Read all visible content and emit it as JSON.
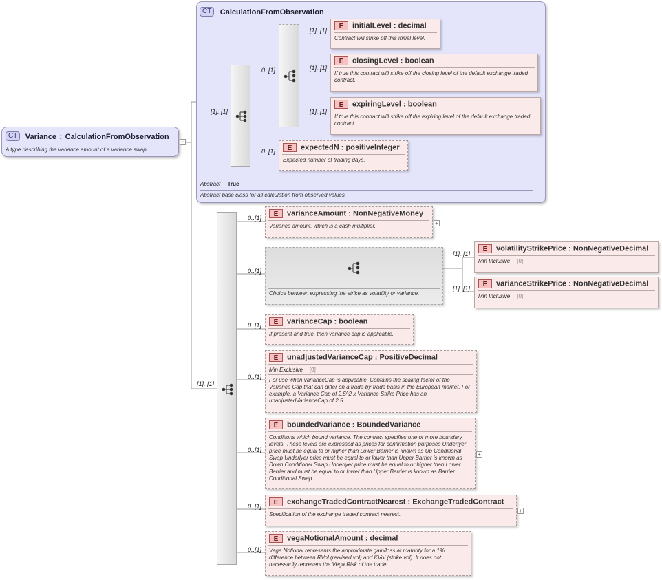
{
  "root": {
    "badge": "CT",
    "name": "Variance",
    "sep": ":",
    "type": "CalculationFromObservation",
    "description": "A type describing the variance amount of a variance swap."
  },
  "base": {
    "badge": "CT",
    "title": "CalculationFromObservation",
    "abstract_label": "Abstract",
    "abstract_value": "True",
    "description": "Abstract base class for all calculation from observed values."
  },
  "base_sequence": {
    "card": "[1]..[1]",
    "choice_card": "0..[1]",
    "expected_card": "0..[1]"
  },
  "base_elements": [
    {
      "badge": "E",
      "name": "initialLevel",
      "sep": ":",
      "type": "decimal",
      "card": "[1]..[1]",
      "description": "Contract will strike off this initial level."
    },
    {
      "badge": "E",
      "name": "closingLevel",
      "sep": ":",
      "type": "boolean",
      "card": "[1]..[1]",
      "description": "If true this contract will strike off the closing level of the default exchange traded contract."
    },
    {
      "badge": "E",
      "name": "expiringLevel",
      "sep": ":",
      "type": "boolean",
      "card": "[1]..[1]",
      "description": "If true this contract will strike off the expiring level of the default exchange traded contract."
    },
    {
      "badge": "E",
      "name": "expectedN",
      "sep": ":",
      "type": "positiveInteger",
      "card": "0..[1]",
      "description": "Expected number of trading days."
    }
  ],
  "main_sequence": {
    "card": "[1]..[1]"
  },
  "elements": [
    {
      "badge": "E",
      "name": "varianceAmount",
      "sep": ":",
      "type": "NonNegativeMoney",
      "card": "0..[1]",
      "description": "Variance amount, which is a cash multiplier."
    },
    {
      "badge": "E",
      "name": "varianceCap",
      "sep": ":",
      "type": "boolean",
      "card": "0..[1]",
      "description": "If present and true, then variance cap is applicable."
    },
    {
      "badge": "E",
      "name": "unadjustedVarianceCap",
      "sep": ":",
      "type": "PositiveDecimal",
      "card": "0..[1]",
      "facet_label": "Min Exclusive",
      "facet_value": "[0]",
      "description": "For use when varianceCap is applicable. Contains the scaling factor of the Variance Cap that can differ on a trade-by-trade basis in the European market. For example, a Variance Cap of 2.5^2 x Variance Strike Price has an unadjustedVarianceCap of 2.5."
    },
    {
      "badge": "E",
      "name": "boundedVariance",
      "sep": ":",
      "type": "BoundedVariance",
      "card": "0..[1]",
      "description": "Conditions which bound variance. The contract specifies one or more boundary levels. These levels are expressed as prices for confirmation purposes Underlyer price must be equal to or higher than Lower Barrier is known as Up Conditional Swap Underlyer price must be equal to or lower than Upper Barrier is known as Down Conditional Swap Underlyer price must be equal to or higher than Lower Barrier and must be equal to or lower than Upper Barrier is known as Barrier Conditional Swap."
    },
    {
      "badge": "E",
      "name": "exchangeTradedContractNearest",
      "sep": ":",
      "type": "ExchangeTradedContract",
      "card": "0..[1]",
      "description": "Specification of the exchange traded contract nearest."
    },
    {
      "badge": "E",
      "name": "vegaNotionalAmount",
      "sep": ":",
      "type": "decimal",
      "card": "0..[1]",
      "description": "Vega Notional represents the approximate gain/loss at maturity for a 1% difference between RVol (realised vol) and KVol (strike vol). It does not necessarily represent the Vega Risk of the trade."
    }
  ],
  "strike_choice": {
    "card": "0..[1]",
    "description": "Choice between expressing the strike as volatility or variance.",
    "options": [
      {
        "badge": "E",
        "name": "volatilityStrikePrice",
        "sep": ":",
        "type": "NonNegativeDecimal",
        "card": "[1]..[1]",
        "facet_label": "Min Inclusive",
        "facet_value": "[0]"
      },
      {
        "badge": "E",
        "name": "varianceStrikePrice",
        "sep": ":",
        "type": "NonNegativeDecimal",
        "card": "[1]..[1]",
        "facet_label": "Min Inclusive",
        "facet_value": "[0]"
      }
    ]
  }
}
